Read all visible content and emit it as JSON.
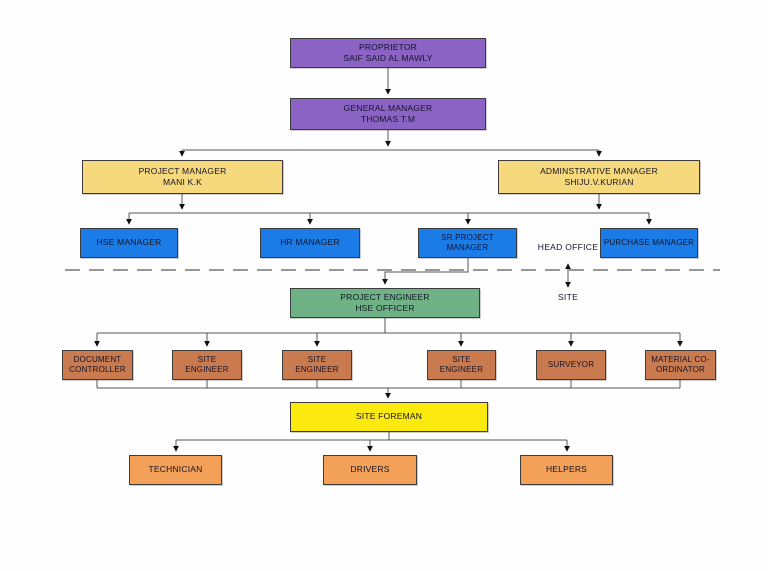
{
  "diagram_type": "organization-chart",
  "divider": {
    "head_office_label": "HEAD OFFICE",
    "site_label": "SITE"
  },
  "colors": {
    "executive_purple": "#8a63c4",
    "manager_gold": "#f6d97c",
    "department_blue": "#1b7ce8",
    "engineer_green": "#6fb285",
    "foreman_yellow": "#fce90d",
    "site_staff_brown": "#c97a4f",
    "labour_orange": "#f3a159",
    "line_gray": "#555555"
  },
  "nodes": {
    "proprietor": {
      "title": "PROPRIETOR",
      "name": "SAIF SAID AL MAWLY"
    },
    "general_manager": {
      "title": "GENERAL MANAGER",
      "name": "THOMAS T.M"
    },
    "project_manager": {
      "title": "PROJECT MANAGER",
      "name": "MANI K.K"
    },
    "administrative_manager": {
      "title": "ADMINSTRATIVE MANAGER",
      "name": "SHIJU.V.KURIAN"
    },
    "hse_manager": {
      "title": "HSE MANAGER"
    },
    "hr_manager": {
      "title": "HR MANAGER"
    },
    "sr_project_manager": {
      "title": "SR.PROJECT MANAGER"
    },
    "purchase_manager": {
      "title": "PURCHASE MANAGER"
    },
    "project_engineer": {
      "title": "PROJECT ENGINEER",
      "name": "HSE OFFICER"
    },
    "document_controller": {
      "title": "DOCUMENT CONTROLLER"
    },
    "site_engineer_1": {
      "title": "SITE ENGINEER"
    },
    "site_engineer_2": {
      "title": "SITE ENGINEER"
    },
    "site_engineer_3": {
      "title": "SITE ENGINEER"
    },
    "surveyor": {
      "title": "SURVEYOR"
    },
    "material_coordinator": {
      "title": "MATERIAL CO-ORDINATOR"
    },
    "site_foreman": {
      "title": "SITE FOREMAN"
    },
    "technician": {
      "title": "TECHNICIAN"
    },
    "drivers": {
      "title": "DRIVERS"
    },
    "helpers": {
      "title": "HELPERS"
    }
  }
}
